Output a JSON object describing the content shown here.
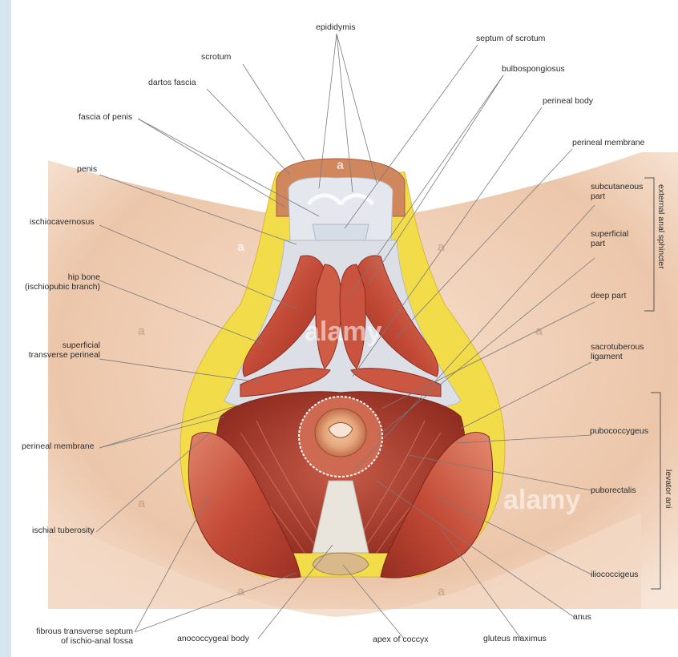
{
  "labels": {
    "epididymis": "epididymis",
    "septum_of_scrotum": "septum of scrotum",
    "scrotum": "scrotum",
    "bulbospongiosus": "bulbospongiosus",
    "dartos_fascia": "dartos fascia",
    "perineal_body": "perineal body",
    "fascia_of_penis": "fascia of penis",
    "perineal_membrane_top": "perineal membrane",
    "penis": "penis",
    "subcutaneous_part": "subcutaneous\npart",
    "ischiocavernosus": "ischiocavernosus",
    "superficial_part": "superficial\npart",
    "hip_bone": "hip bone\n(ischiopubic branch)",
    "deep_part": "deep part",
    "superficial_transverse_perineal": "superficial\ntransverse perineal",
    "sacrotuberous_ligament": "sacrotuberous\nligament",
    "perineal_membrane_left": "perineal membrane",
    "pubococcygeus": "pubococcygeus",
    "puborectalis": "puborectalis",
    "ischial_tuberosity": "ischial tuberosity",
    "iliococcigeus": "iliococcigeus",
    "anus": "anus",
    "fibrous_transverse_septum": "fibrous transverse septum\nof ischio-anal fossa",
    "anococcygeal_body": "anococcygeal body",
    "apex_of_coccyx": "apex of coccyx",
    "gluteus_maximus": "gluteus maximus",
    "external_anal_sphincter": "external anal sphincter",
    "levator_ani": "levator ani"
  },
  "watermark": "alamy",
  "watermark_letter": "a",
  "colors": {
    "skin": "#f0d3bc",
    "skin_dark": "#deae8e",
    "fat": "#f2dc4a",
    "muscle": "#c9523f",
    "muscle_light": "#e07a62",
    "fascia": "#d9dde3",
    "line": "#7a7a7a"
  }
}
